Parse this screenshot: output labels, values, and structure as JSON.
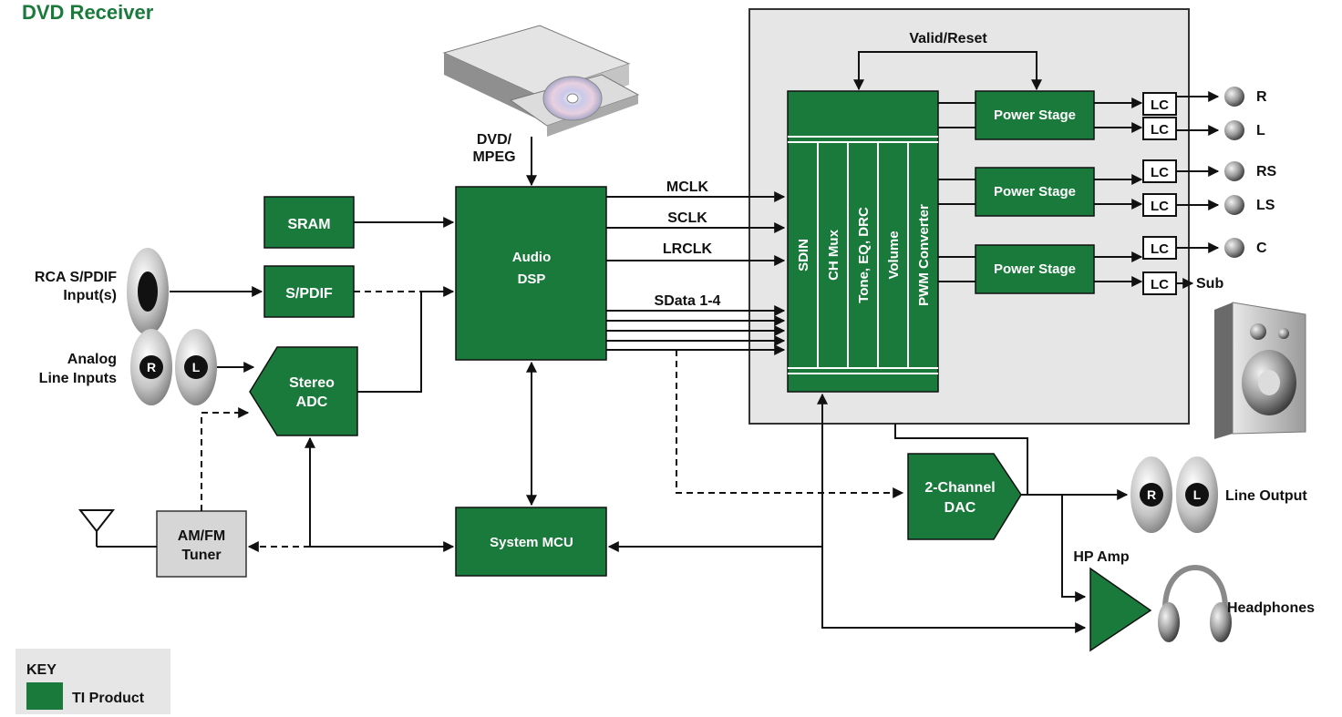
{
  "title": "DVD Receiver",
  "colors": {
    "ti_green": "#1a7a3c",
    "title_green": "#1a7a3c",
    "panel_gray": "#e6e6e6"
  },
  "inputs": {
    "rca": [
      "RCA S/PDIF",
      "Input(s)"
    ],
    "analog": [
      "Analog",
      "Line Inputs"
    ],
    "analog_r": "R",
    "analog_l": "L"
  },
  "blocks": {
    "sram": "SRAM",
    "spdif": "S/PDIF",
    "stereo_adc": [
      "Stereo",
      "ADC"
    ],
    "tuner": [
      "AM/FM",
      "Tuner"
    ],
    "audio_dsp": [
      "Audio",
      "DSP"
    ],
    "system_mcu": "System MCU",
    "dac": [
      "2-Channel",
      "DAC"
    ],
    "hp_amp": "HP Amp"
  },
  "source": {
    "dvd": [
      "DVD/",
      "MPEG"
    ]
  },
  "signals": {
    "mclk": "MCLK",
    "sclk": "SCLK",
    "lrclk": "LRCLK",
    "sdata": "SData 1-4"
  },
  "amp_module": {
    "valid_reset": "Valid/Reset",
    "columns": [
      "SDIN",
      "CH Mux",
      "Tone, EQ, DRC",
      "Volume",
      "PWM Converter"
    ],
    "power_stage": "Power Stage",
    "lc": "LC"
  },
  "outputs": {
    "channels": [
      "R",
      "L",
      "RS",
      "LS",
      "C",
      "Sub"
    ],
    "line_output": "Line Output",
    "line_r": "R",
    "line_l": "L",
    "headphones": "Headphones"
  },
  "key": {
    "title": "KEY",
    "item": "TI Product"
  }
}
